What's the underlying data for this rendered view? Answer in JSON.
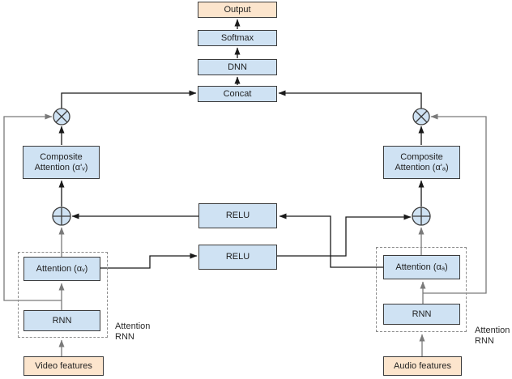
{
  "colors": {
    "box_blue_fill": "#cfe2f3",
    "box_orange_fill": "#fce5cd",
    "box_border": "#3b3b3b",
    "connector_black": "#1a1a1a",
    "connector_gray": "#7a7a7a",
    "dashed_group_border": "#8c8c8c"
  },
  "icons": {
    "multiply_node": "circle-times ⊗",
    "add_node": "circle-plus ⊕"
  },
  "top_stack": {
    "output_label": "Output",
    "softmax_label": "Softmax",
    "dnn_label": "DNN",
    "concat_label": "Concat"
  },
  "relu": {
    "top_label": "RELU",
    "bottom_label": "RELU"
  },
  "video_branch": {
    "composite_attention_line1": "Composite",
    "composite_attention_line2": "Attention (α'ᵥ)",
    "attention_label": "Attention (αᵥ)",
    "rnn_label": "RNN",
    "features_label": "Video features",
    "group_label_line1": "Attention",
    "group_label_line2": "RNN"
  },
  "audio_branch": {
    "composite_attention_line1": "Composite",
    "composite_attention_line2": "Attention (α'ₐ)",
    "attention_label": "Attention (αₐ)",
    "rnn_label": "RNN",
    "features_label": "Audio features",
    "group_label_line1": "Attention",
    "group_label_line2": "RNN"
  }
}
